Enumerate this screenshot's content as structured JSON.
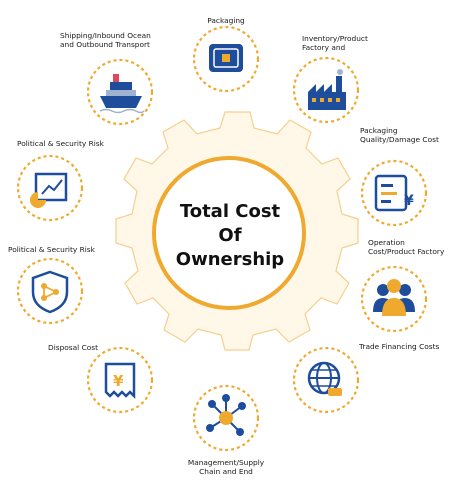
{
  "center": {
    "line1": "Total Cost",
    "line2": "Of",
    "line3": "Ownership"
  },
  "nodes": [
    {
      "label": "Packaging",
      "icon": "yen-tag-icon"
    },
    {
      "label": "Inventory/Product\nFactory and",
      "icon": "factory-icon"
    },
    {
      "label": "Packaging\nQuality/Damage Cost",
      "icon": "invoice-yen-icon"
    },
    {
      "label": "Operation\nCost/Product Factory",
      "icon": "people-icon"
    },
    {
      "label": "Trade Financing Costs",
      "icon": "globe-hand-icon"
    },
    {
      "label": "Management/Supply\nChain and End",
      "icon": "network-icon"
    },
    {
      "label": "Disposal Cost",
      "icon": "receipt-yen-icon"
    },
    {
      "label": "Political & Security Risk",
      "icon": "shield-network-icon"
    },
    {
      "label": "Political & Security Risk",
      "icon": "chart-report-icon"
    },
    {
      "label": "Shipping/Inbound Ocean\nand Outbound Transport",
      "icon": "ship-icon"
    }
  ],
  "colors": {
    "orange": "#f0a92f",
    "light_orange": "#f7d69a",
    "blue": "#1e4d9b",
    "gear_fill": "#fff6e5"
  }
}
